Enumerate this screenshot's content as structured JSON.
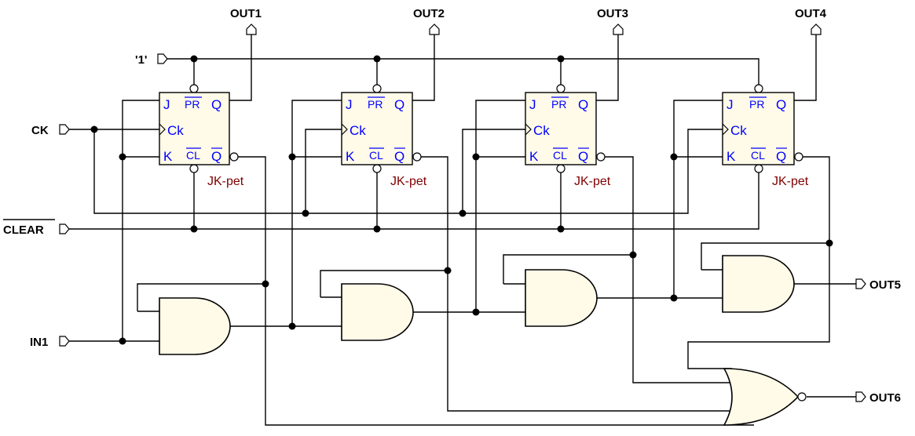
{
  "inputs": {
    "one": "'1'",
    "ck": "CK",
    "clear": "CLEAR",
    "in1": "IN1"
  },
  "outputs": {
    "out1": "OUT1",
    "out2": "OUT2",
    "out3": "OUT3",
    "out4": "OUT4",
    "out5": "OUT5",
    "out6": "OUT6"
  },
  "flipflop": {
    "name": "JK-pet",
    "pin_j": "J",
    "pin_k": "K",
    "pin_ck": "Ck",
    "pin_pr": "PR",
    "pin_cl": "CL",
    "pin_q": "Q"
  }
}
